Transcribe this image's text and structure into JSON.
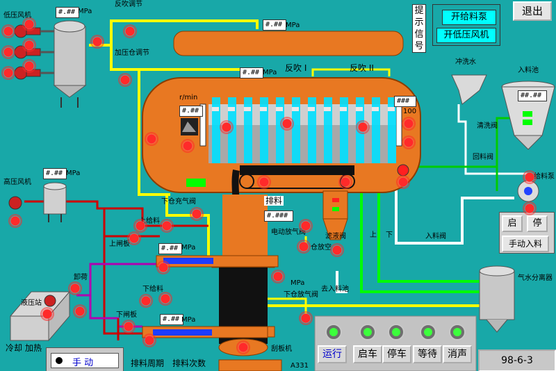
{
  "pressure_placeholder": "#.##",
  "unit_mpa": "MPa",
  "unit_rmin": "r/min",
  "labels": {
    "low_fan": "低压风机",
    "backblow_adjust": "反吹调节",
    "press_adjust": "加压仓调节",
    "backblow_1": "反吹 I",
    "backblow_2": "反吹 II",
    "rinse_water": "冲洗水",
    "feed_tank": "入料池",
    "clean_valve": "清洗阀",
    "return_valve": "回料阀",
    "feed_pump": "给料泵",
    "high_fan": "高压风机",
    "lower_bin_vent": "下仓充气阀",
    "discharge": "排料",
    "upper_feed": "上给料",
    "upper_gate": "上闸板",
    "unload": "卸荷",
    "lower_feed": "下给料",
    "lower_gate": "下闸板",
    "hydraulic_station": "液压站",
    "cooling": "冷却",
    "heating": "加热",
    "electric_vent_valve": "电动放气阀",
    "filtrate_valve": "滤液阀",
    "up": "上",
    "down": "下",
    "feed_valve": "入料阀",
    "to_feed_tank": "去入料池",
    "lower_bin_vent2": "下仓放气阀",
    "water_separator": "气水分离器",
    "scraper": "刮板机",
    "discharge_cycle": "排料周期",
    "discharge_count": "排料次数",
    "tag_a331": "A331",
    "tag_100": "100",
    "bin_vent": "仓放空"
  },
  "display_hash": "###",
  "display_hash2": "##.##",
  "display_hash3": "#.###",
  "prompt_signal": "提示信号",
  "exit_button": "退出",
  "alerts": [
    "开给料泵",
    "开低压风机"
  ],
  "feed_controls": {
    "start": "启",
    "stop": "停",
    "manual": "手动入料"
  },
  "mode": {
    "label": "手 动"
  },
  "panel_buttons": [
    "运行",
    "启车",
    "停车",
    "等待",
    "消声"
  ],
  "date": "98-6-3"
}
